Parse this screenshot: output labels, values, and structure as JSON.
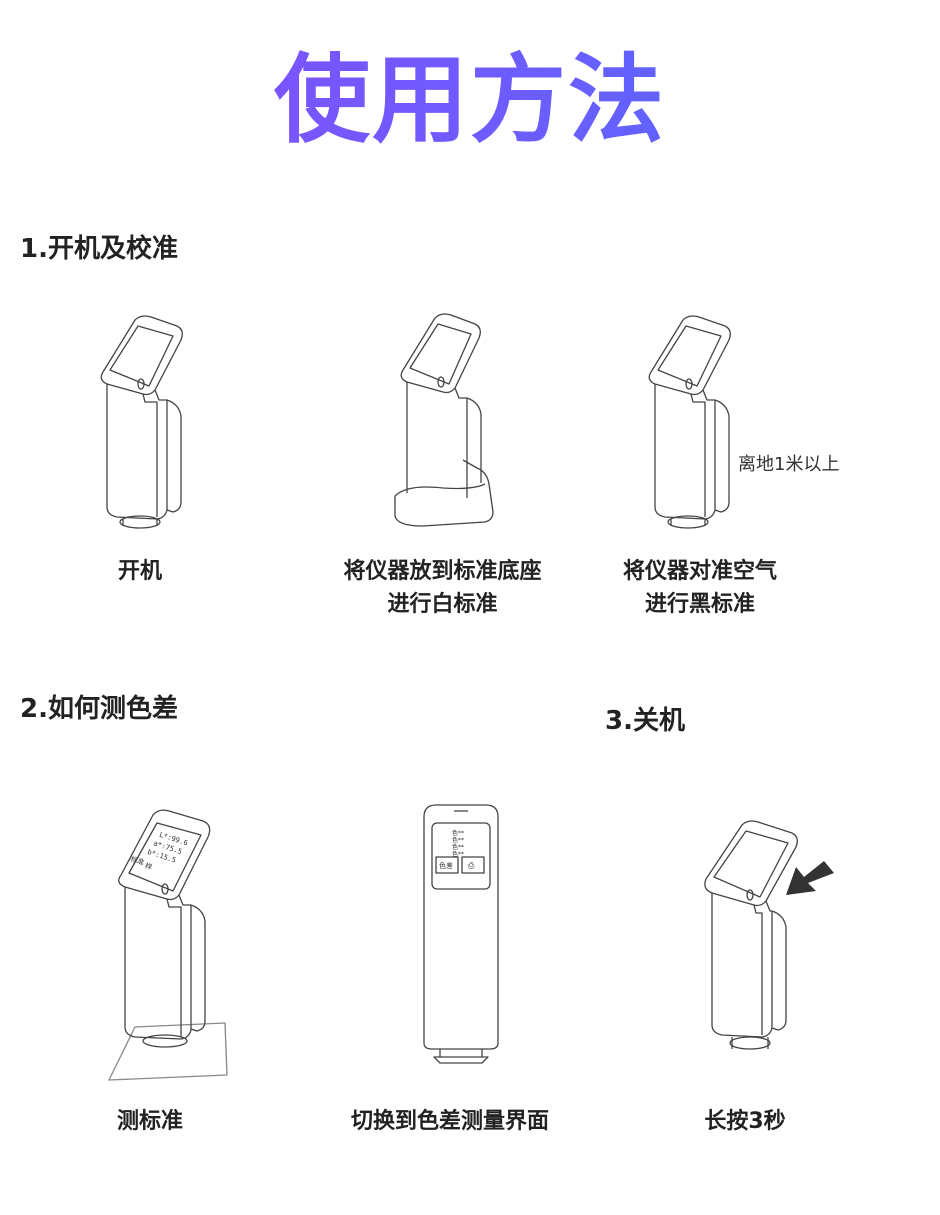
{
  "title": "使用方法",
  "sections": {
    "s1": "1.开机及校准",
    "s2": "2.如何测色差",
    "s3": "3.关机"
  },
  "captions": {
    "c1": "开机",
    "c2_line1": "将仪器放到标准底座",
    "c2_line2": "进行白标准",
    "c3_line1": "将仪器对准空气",
    "c3_line2": "进行黑标准",
    "c4": "测标准",
    "c5": "切换到色差测量界面",
    "c6": "长按3秒"
  },
  "note": "离地1米以上",
  "screen_readout": {
    "l": "L*:99.6",
    "a": "a*:75.5",
    "b": "b*:15.5",
    "btn1": "标准",
    "btn2": "样"
  },
  "menu": {
    "item1": "色**",
    "item2": "色**",
    "item3": "色**",
    "item4": "色**",
    "btn1": "色差",
    "btn2": "⎙"
  }
}
